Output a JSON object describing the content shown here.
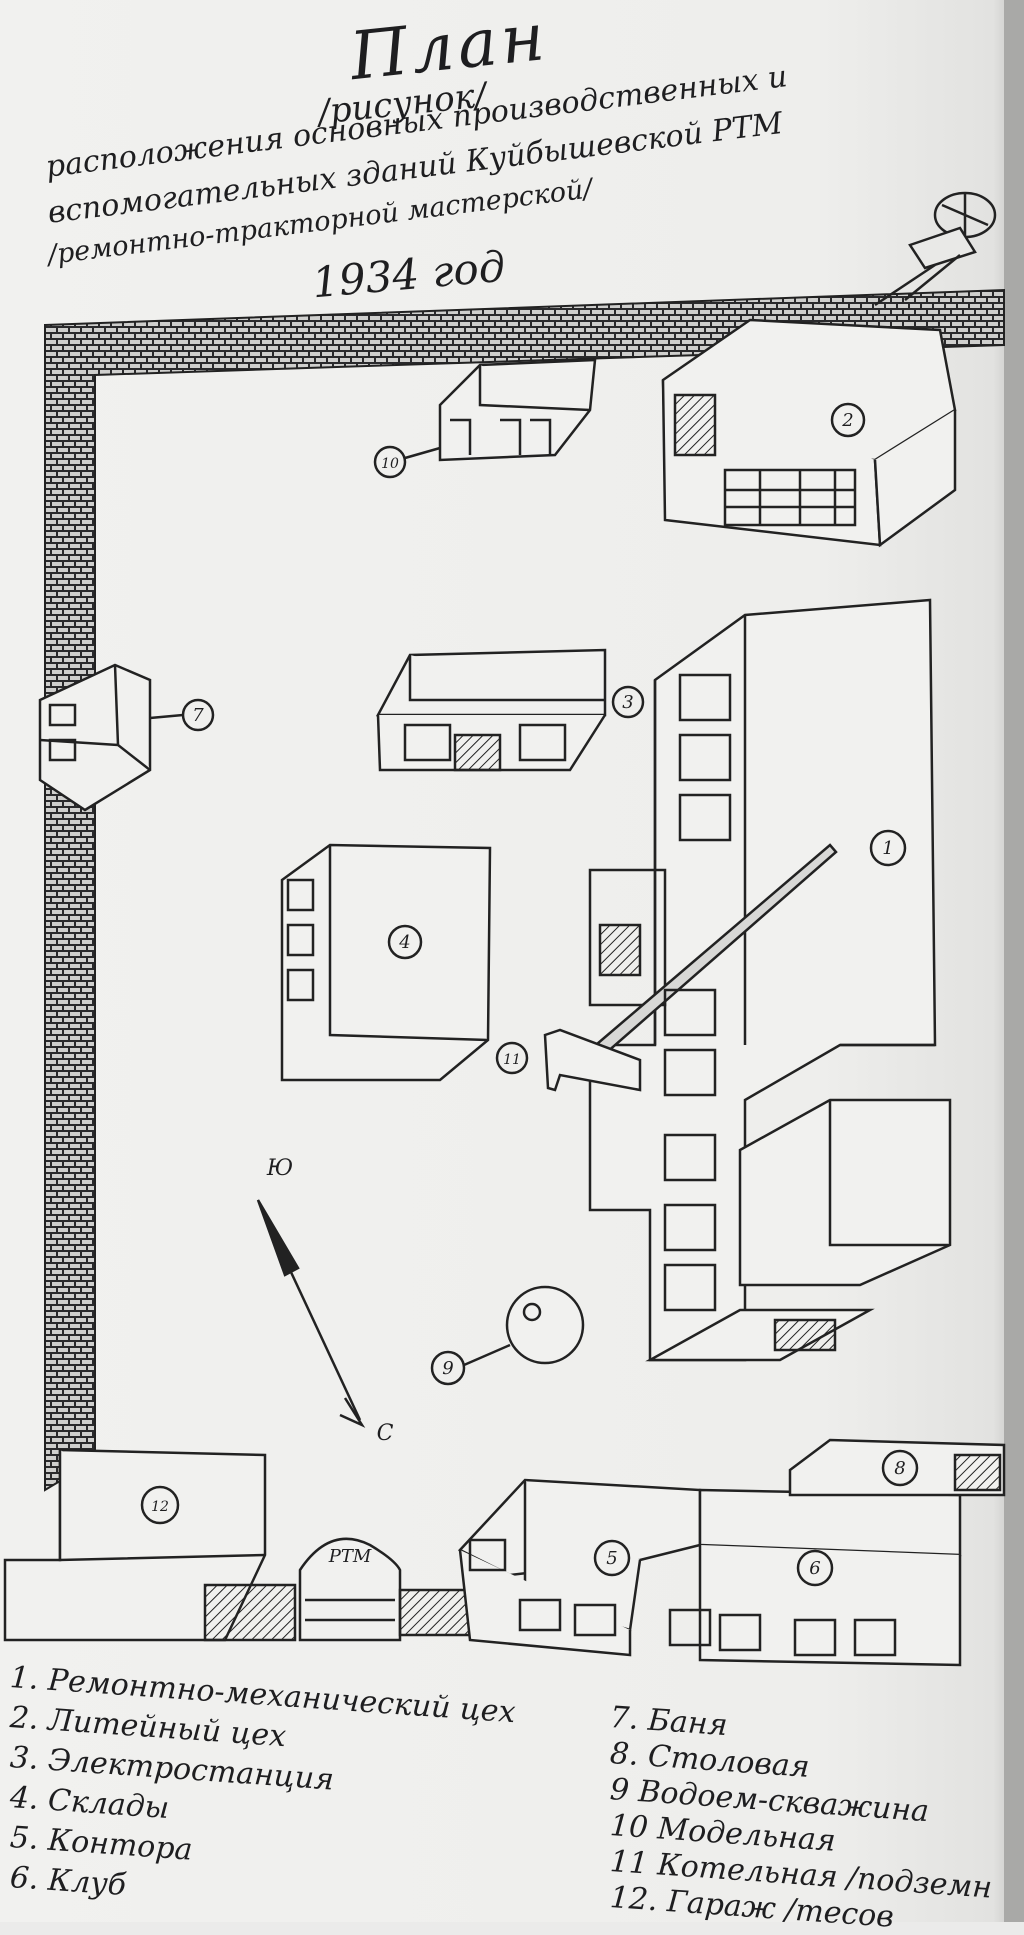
{
  "header": {
    "title": "План",
    "subtitle": "/рисунок/",
    "line1": "расположения основных производственных и",
    "line2": "вспомогательных зданий Куйбышевской РТМ",
    "line3": "/ремонтно-тракторной мастерской/",
    "year": "1934 год"
  },
  "plan": {
    "buildings": [
      {
        "number": "1"
      },
      {
        "number": "2"
      },
      {
        "number": "3"
      },
      {
        "number": "4"
      },
      {
        "number": "5"
      },
      {
        "number": "6"
      },
      {
        "number": "7"
      },
      {
        "number": "8"
      },
      {
        "number": "9"
      },
      {
        "number": "10"
      },
      {
        "number": "11"
      },
      {
        "number": "12"
      }
    ],
    "gate_label": "РТМ",
    "compass_north": "Ю",
    "compass_south": "С"
  },
  "legend": {
    "left": [
      "1. Ремонтно-механический цех",
      "2. Литейный цех",
      "3. Электростанция",
      "4. Склады",
      "5. Контора",
      "6. Клуб"
    ],
    "right": [
      "7. Баня",
      "8. Столовая",
      "9 Водоем-скважина",
      "10 Модельная",
      "11 Котельная /подземн",
      "12. Гараж /тесов"
    ]
  }
}
